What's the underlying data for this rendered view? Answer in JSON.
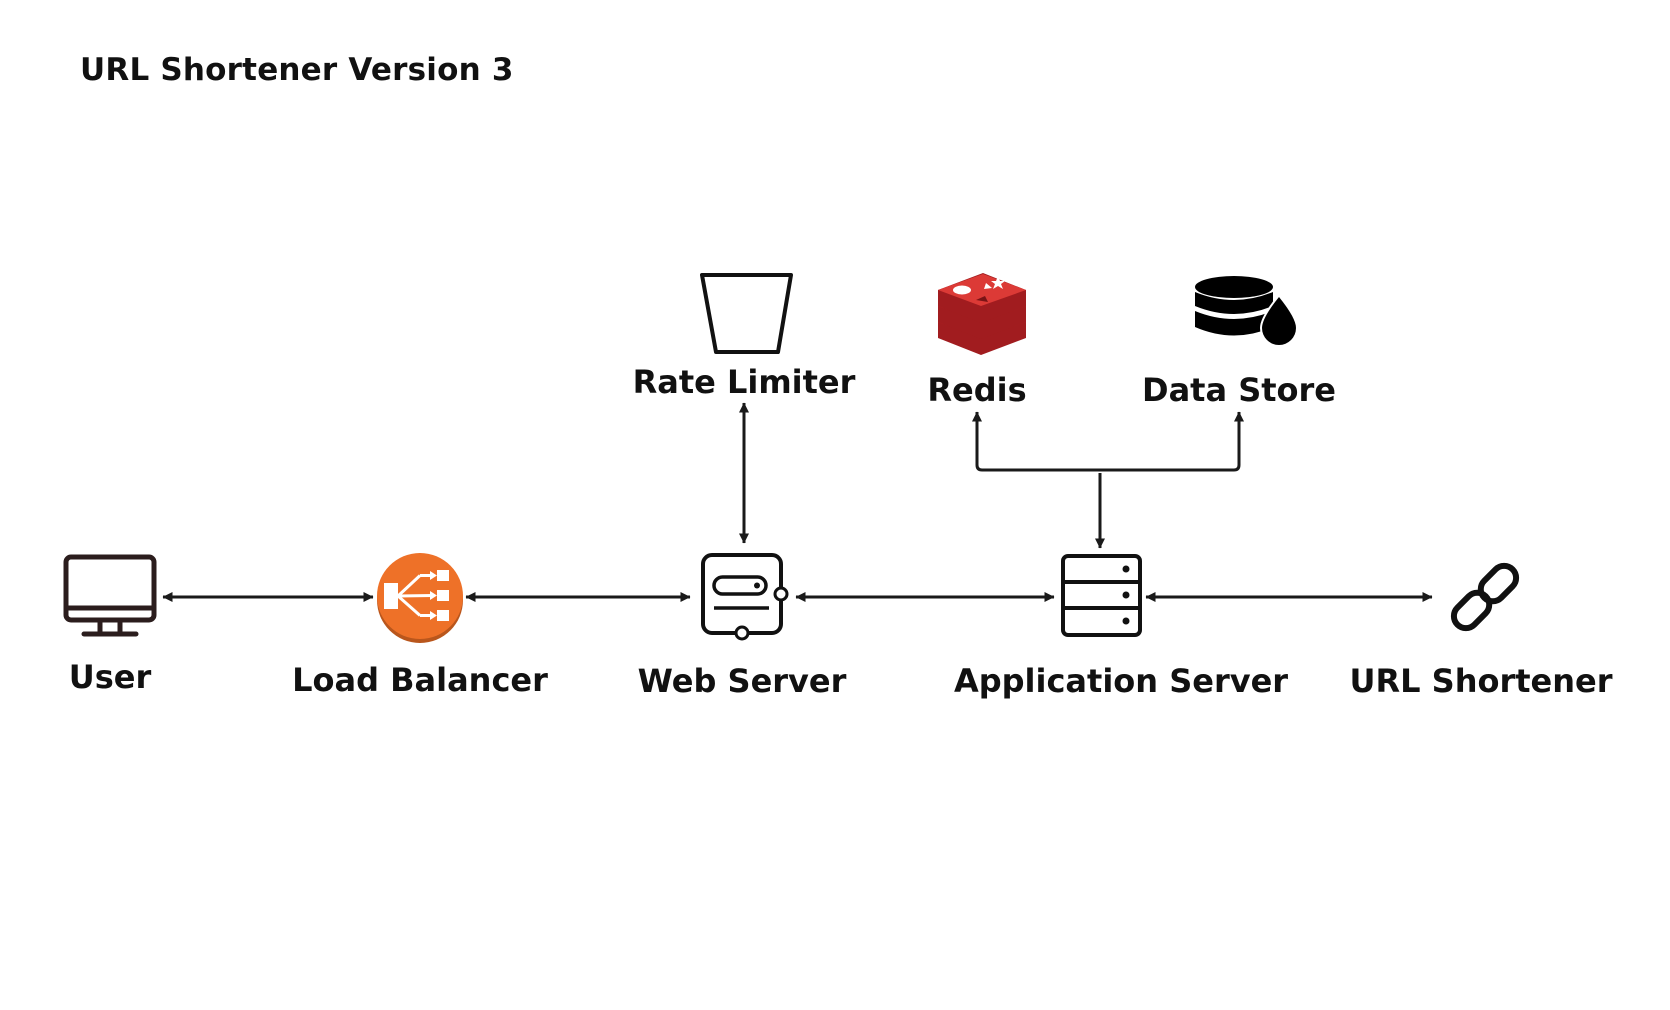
{
  "title": "URL Shortener Version 3",
  "colors": {
    "ink": "#1a1a1a",
    "load_balancer": "#ee7128",
    "load_balancer_dark": "#b9561c",
    "redis": "#d4272c",
    "redis_dark": "#a11c1f"
  },
  "nodes": {
    "user": {
      "label": "User",
      "icon": "desktop-monitor-icon"
    },
    "load_balancer": {
      "label": "Load Balancer",
      "icon": "load-balancer-icon"
    },
    "web_server": {
      "label": "Web Server",
      "icon": "web-server-icon"
    },
    "application_server": {
      "label": "Application Server",
      "icon": "server-rack-icon"
    },
    "url_shortener": {
      "label": "URL Shortener",
      "icon": "link-chain-icon"
    },
    "rate_limiter": {
      "label": "Rate Limiter",
      "icon": "bucket-icon"
    },
    "redis": {
      "label": "Redis",
      "icon": "redis-logo-icon"
    },
    "data_store": {
      "label": "Data Store",
      "icon": "database-icon"
    }
  }
}
